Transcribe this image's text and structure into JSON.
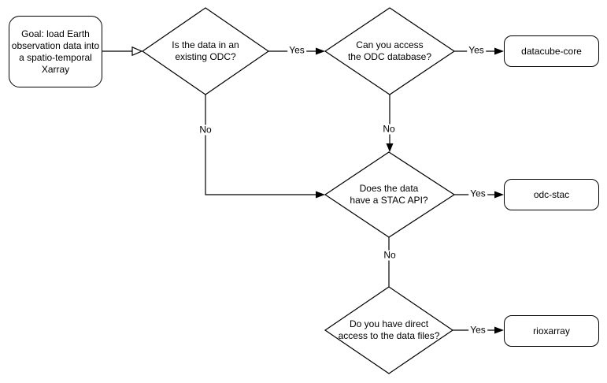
{
  "diagram": {
    "background": "#ffffff",
    "stroke_color": "#000000",
    "text_color": "#000000",
    "nodes": {
      "goal": {
        "label": "Goal: load Earth\nobservation data into\na spatio-temporal\nXarray"
      },
      "q_existing_odc": {
        "label": "Is the data in an\nexisting ODC?"
      },
      "q_odc_database": {
        "label": "Can you access\nthe ODC database?"
      },
      "q_stac_api": {
        "label": "Does the data\nhave a STAC API?"
      },
      "q_direct_access": {
        "label": "Do you have direct\naccess to the data files?"
      },
      "datacube_core": {
        "label": "datacube-core"
      },
      "odc_stac": {
        "label": "odc-stac"
      },
      "rioxarray": {
        "label": "rioxarray"
      }
    },
    "edge_labels": {
      "odc_yes": "Yes",
      "odc_no": "No",
      "db_yes": "Yes",
      "db_no": "No",
      "stac_yes": "Yes",
      "stac_no": "No",
      "files_yes": "Yes"
    }
  }
}
